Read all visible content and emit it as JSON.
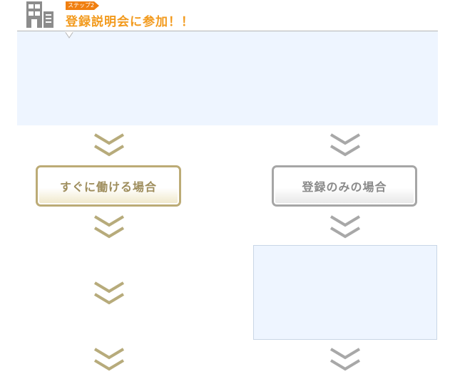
{
  "header": {
    "step_label": "ステップ2",
    "title": "登録説明会に参加！！"
  },
  "options": {
    "work_now_label": "すぐに働ける場合",
    "register_only_label": "登録のみの場合"
  },
  "colors": {
    "title_orange": "#f29a1d",
    "step_tag": "#f07f10",
    "gold": "#bcab76",
    "gray": "#a6a6a6",
    "panel": "#eef5ff"
  },
  "icons": {
    "building": "building-icon",
    "arrow": "chevron-down-icon"
  }
}
